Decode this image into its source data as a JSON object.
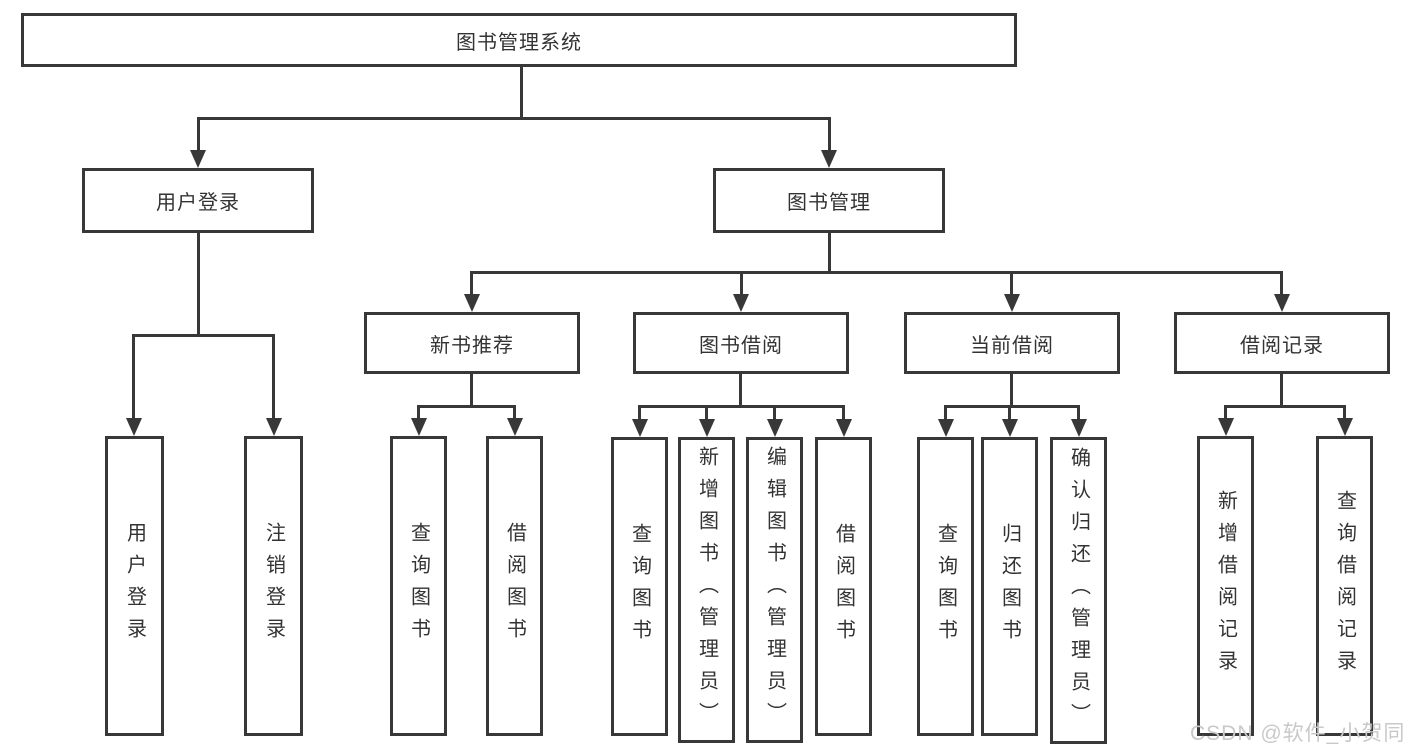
{
  "diagram": {
    "root": {
      "label": "图书管理系统"
    },
    "level2": [
      {
        "label": "用户登录"
      },
      {
        "label": "图书管理"
      }
    ],
    "level3": [
      {
        "label": "新书推荐"
      },
      {
        "label": "图书借阅"
      },
      {
        "label": "当前借阅"
      },
      {
        "label": "借阅记录"
      }
    ],
    "leaves": {
      "user_login": [
        "用户登录",
        "注销登录"
      ],
      "new_books": [
        "查询图书",
        "借阅图书"
      ],
      "book_borrow": [
        "查询图书",
        "新增图书（管理员）",
        "编辑图书（管理员）",
        "借阅图书"
      ],
      "current_borrow": [
        "查询图书",
        "归还图书",
        "确认归还（管理员）"
      ],
      "borrow_records": [
        "新增借阅记录",
        "查询借阅记录"
      ]
    }
  },
  "watermark": {
    "text": "CSDN @软件_小贺同学"
  },
  "colors": {
    "line": "#383838",
    "text": "#333333",
    "watermark": "#c9c9c9",
    "background": "#ffffff"
  }
}
